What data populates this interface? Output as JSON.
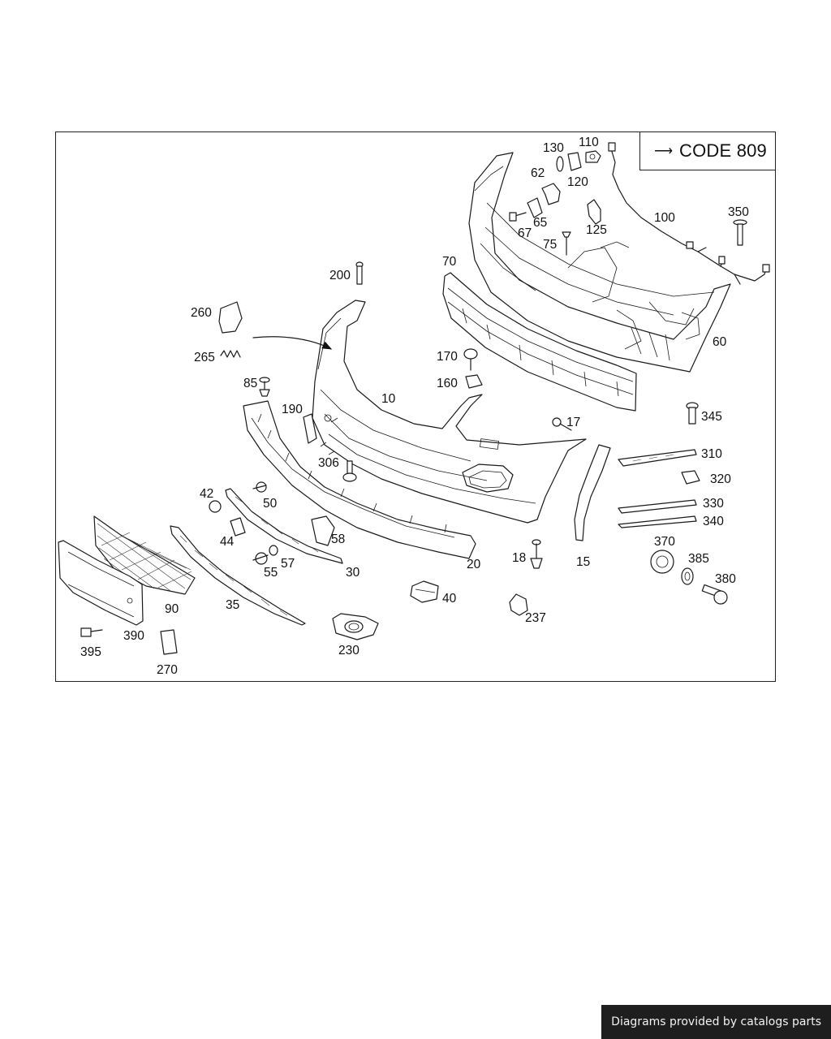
{
  "diagram": {
    "code_box": {
      "label": "CODE 809"
    },
    "callouts": [
      "10",
      "15",
      "17",
      "18",
      "20",
      "30",
      "35",
      "40",
      "42",
      "44",
      "50",
      "55",
      "57",
      "58",
      "60",
      "62",
      "65",
      "67",
      "70",
      "75",
      "85",
      "90",
      "100",
      "110",
      "120",
      "125",
      "130",
      "160",
      "170",
      "190",
      "200",
      "230",
      "237",
      "260",
      "265",
      "270",
      "306",
      "310",
      "320",
      "330",
      "340",
      "345",
      "350",
      "370",
      "380",
      "385",
      "390",
      "395"
    ]
  },
  "footer": {
    "credit": "Diagrams provided by catalogs parts"
  }
}
